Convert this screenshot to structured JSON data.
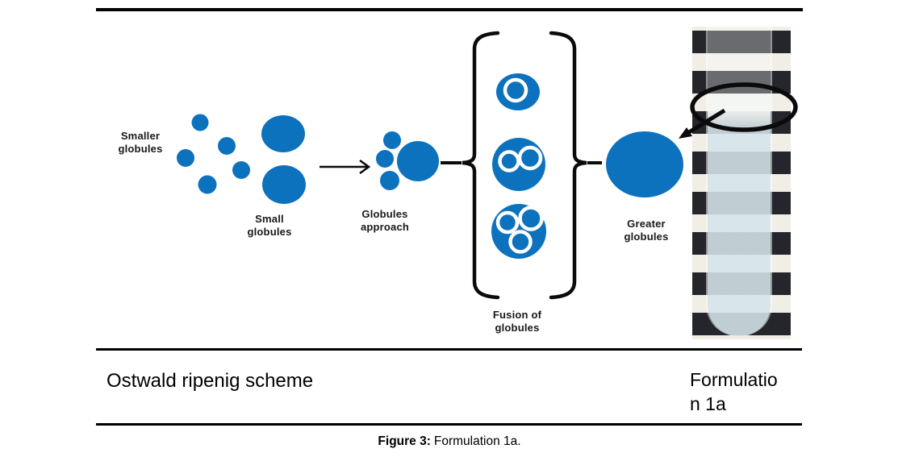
{
  "figure": {
    "scheme_title": "Ostwald ripenig scheme",
    "photo_caption": "Formulatio\nn 1a",
    "caption": {
      "label": "Figure 3:",
      "text": "Formulation 1a."
    },
    "diagram_labels": {
      "smaller_globules": "Smaller\nglobules",
      "small_globules": "Small\nglobules",
      "globules_approach": "Globules\napproach",
      "fusion_of_globules": "Fusion of\nglobules",
      "greater_globules": "Greater\nglobules"
    },
    "colors": {
      "globule_blue": "#0d72bd",
      "annotation_black": "#0b0b0b",
      "stripe_dark": "#24262b",
      "stripe_light": "#f1eee6",
      "liquid_blue": "#d5e5ec"
    }
  }
}
